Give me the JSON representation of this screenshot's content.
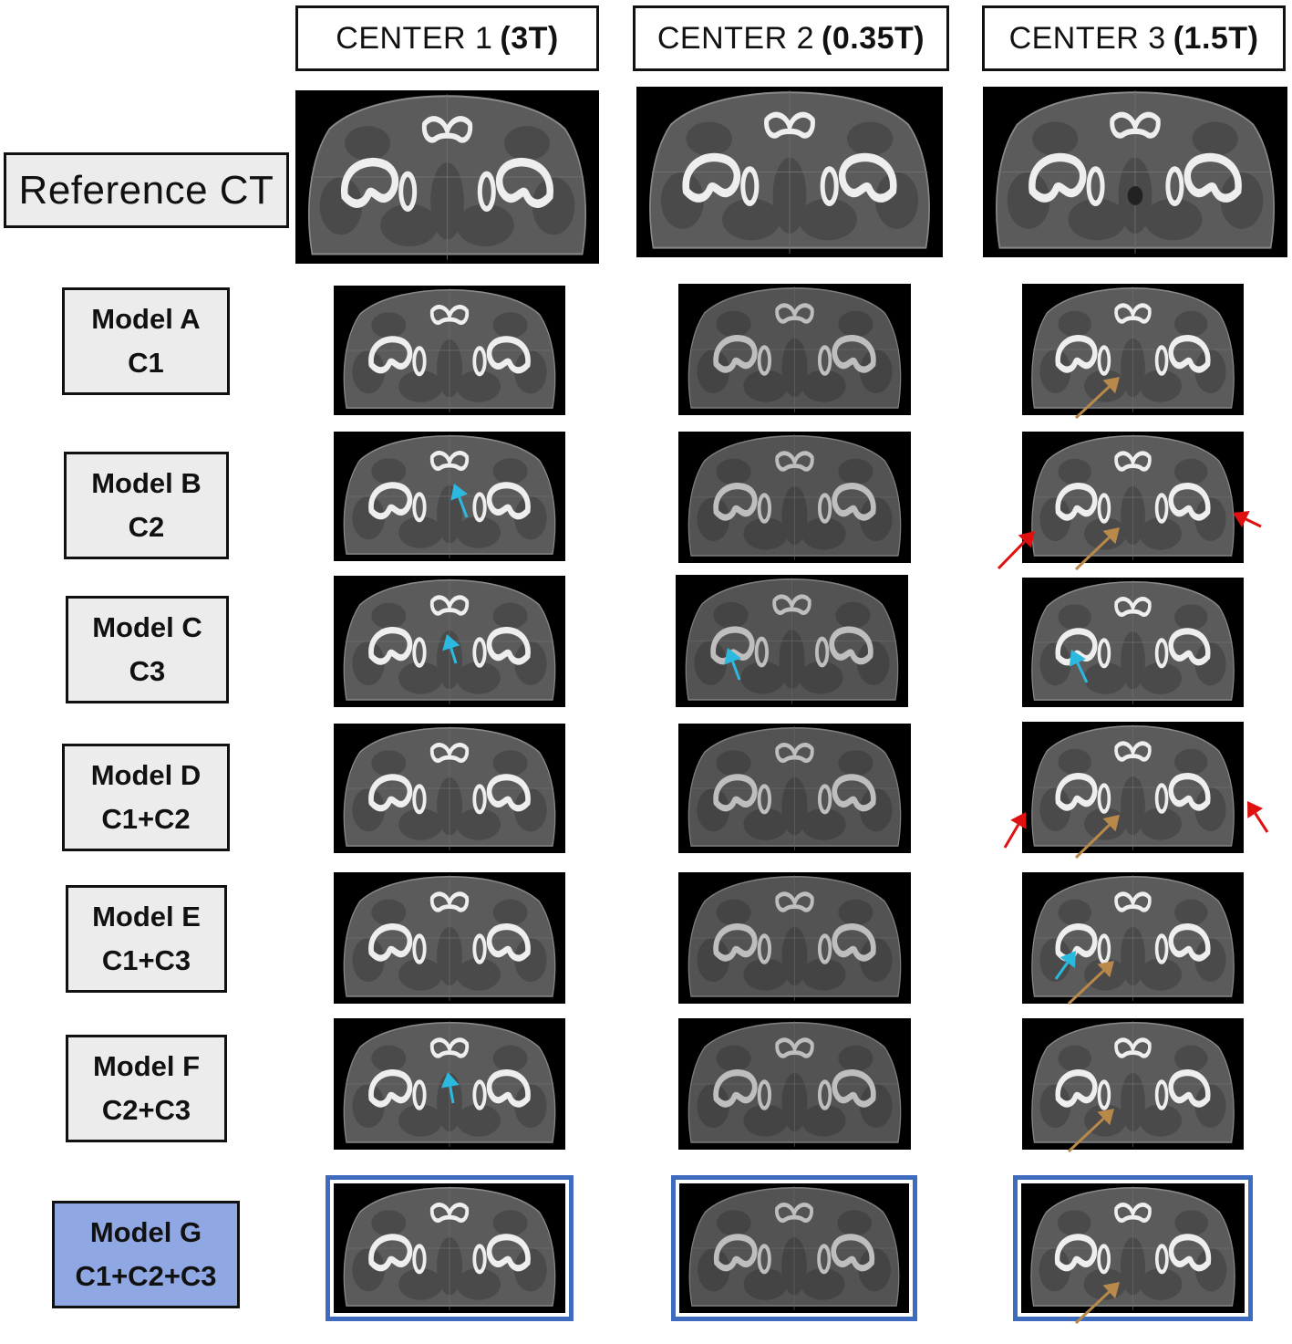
{
  "headers": [
    {
      "prefix": "CENTER 1",
      "field": "(3T)"
    },
    {
      "prefix": "CENTER 2",
      "field": "(0.35T)"
    },
    {
      "prefix": "CENTER 3",
      "field": "(1.5T)"
    }
  ],
  "rows": [
    {
      "name": "Reference CT",
      "sub": ""
    },
    {
      "name": "Model A",
      "sub": "C1"
    },
    {
      "name": "Model B",
      "sub": "C2"
    },
    {
      "name": "Model C",
      "sub": "C3"
    },
    {
      "name": "Model D",
      "sub": "C1+C2"
    },
    {
      "name": "Model E",
      "sub": "C1+C3"
    },
    {
      "name": "Model F",
      "sub": "C2+C3"
    },
    {
      "name": "Model G",
      "sub": "C1+C2+C3"
    }
  ],
  "colors": {
    "best_model_fill": "#8fa8e3",
    "best_model_frame": "#3f6bbf",
    "arrow_cyan": "#2bb9e0",
    "arrow_brown": "#b8894a",
    "arrow_red": "#e01010"
  }
}
